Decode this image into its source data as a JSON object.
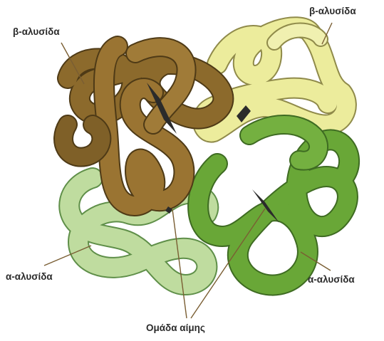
{
  "labels": {
    "beta_left": "β-αλυσίδα",
    "beta_right": "β-αλυσίδα",
    "alpha_left": "α-αλυσίδα",
    "alpha_right": "α-αλυσίδα",
    "heme": "Ομάδα αίμης"
  },
  "colors": {
    "beta_chain_brown": "#8c6a2c",
    "beta_chain_pale": "#ecec9c",
    "alpha_chain_green": "#69a737",
    "alpha_chain_light": "#bfdc9f",
    "heme_group": "#2b2b2b",
    "leader_line": "#7a5e33"
  }
}
